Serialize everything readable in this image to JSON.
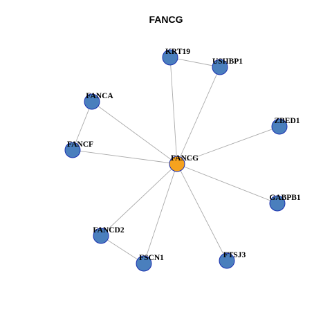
{
  "title": "FANCG",
  "colors": {
    "hub": "#f5a21f",
    "neighbor": "#4a7fbd",
    "node_border": "#1a2fb0",
    "edge": "#aaaaaa"
  },
  "nodes": [
    {
      "id": "FANCG",
      "label": "FANCG",
      "role": "hub"
    },
    {
      "id": "KRT19",
      "label": "KRT19",
      "role": "neighbor"
    },
    {
      "id": "USHBP1",
      "label": "USHBP1",
      "role": "neighbor"
    },
    {
      "id": "FANCA",
      "label": "FANCA",
      "role": "neighbor"
    },
    {
      "id": "ZBED1",
      "label": "ZBED1",
      "role": "neighbor"
    },
    {
      "id": "FANCF",
      "label": "FANCF",
      "role": "neighbor"
    },
    {
      "id": "GABPB1",
      "label": "GABPB1",
      "role": "neighbor"
    },
    {
      "id": "FANCD2",
      "label": "FANCD2",
      "role": "neighbor"
    },
    {
      "id": "FSCN1",
      "label": "FSCN1",
      "role": "neighbor"
    },
    {
      "id": "FTSJ3",
      "label": "FTSJ3",
      "role": "neighbor"
    }
  ],
  "edges": [
    [
      "FANCG",
      "KRT19"
    ],
    [
      "FANCG",
      "USHBP1"
    ],
    [
      "FANCG",
      "FANCA"
    ],
    [
      "FANCG",
      "ZBED1"
    ],
    [
      "FANCG",
      "FANCF"
    ],
    [
      "FANCG",
      "GABPB1"
    ],
    [
      "FANCG",
      "FANCD2"
    ],
    [
      "FANCG",
      "FSCN1"
    ],
    [
      "FANCG",
      "FTSJ3"
    ],
    [
      "KRT19",
      "USHBP1"
    ],
    [
      "FANCA",
      "FANCF"
    ],
    [
      "FANCD2",
      "FSCN1"
    ]
  ]
}
